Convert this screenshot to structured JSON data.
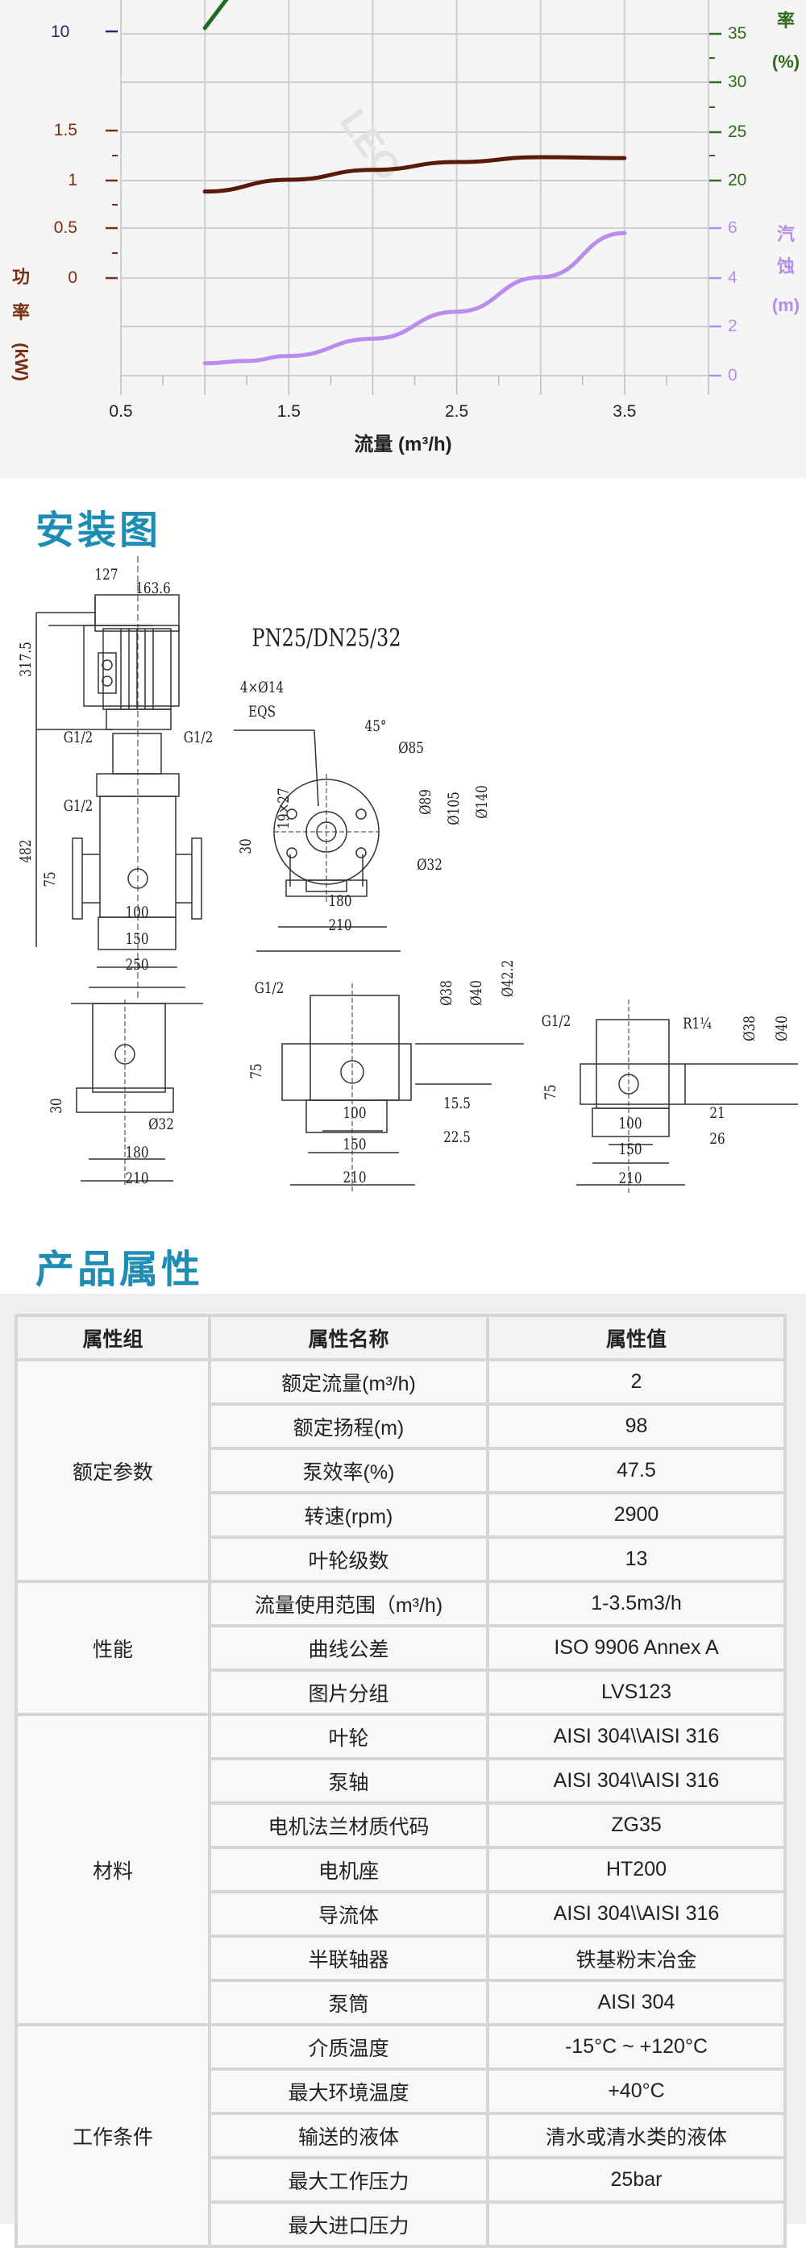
{
  "chart_data": {
    "type": "line",
    "title": "",
    "xlabel": "流量 (m³/h)",
    "x_ticks": [
      "0.5",
      "1.5",
      "2.5",
      "3.5"
    ],
    "xlim": [
      0.5,
      4.0
    ],
    "grid": true,
    "axes": {
      "head": {
        "ticks": [
          "10"
        ],
        "color": "#1f2a6b"
      },
      "power": {
        "label_chars": [
          "功",
          "率"
        ],
        "unit": "(kW)",
        "ticks": [
          "1.5",
          "1",
          "0.5",
          "0"
        ],
        "ylim": [
          0,
          1.5
        ],
        "color": "#7a2e10"
      },
      "efficiency": {
        "label_chars": [
          "率"
        ],
        "unit": "(%)",
        "ticks": [
          "35",
          "30",
          "25",
          "20"
        ],
        "ylim": [
          20,
          35
        ],
        "color": "#2f6b1c"
      },
      "npsh": {
        "label_chars": [
          "汽",
          "蚀"
        ],
        "unit": "(m)",
        "ticks": [
          "6",
          "4",
          "2",
          "0"
        ],
        "ylim": [
          0,
          6
        ],
        "color": "#b48de8"
      }
    },
    "series": [
      {
        "name": "功率 (kW)",
        "axis": "power",
        "color": "#5a1a0a",
        "x": [
          1.0,
          1.5,
          2.0,
          2.5,
          3.0,
          3.5
        ],
        "y": [
          0.88,
          1.0,
          1.1,
          1.18,
          1.23,
          1.22
        ]
      },
      {
        "name": "汽蚀 (m)",
        "axis": "npsh",
        "color": "#b98cf0",
        "x": [
          1.0,
          1.25,
          1.5,
          2.0,
          2.5,
          3.0,
          3.5
        ],
        "y": [
          0.5,
          0.6,
          0.8,
          1.5,
          2.6,
          4.0,
          5.8
        ]
      },
      {
        "name": "效率 (%)",
        "axis": "efficiency",
        "color": "#1f6b23",
        "x": [
          1.0,
          1.15
        ],
        "y": [
          35.6,
          39.0
        ]
      }
    ],
    "watermark": "LEO"
  },
  "install": {
    "heading": "安装图",
    "title": "PN25/DN25/32",
    "dims": {
      "d127": "127",
      "d163": "163.6",
      "d317": "317.5",
      "d482": "482",
      "d75a": "75",
      "g1": "G1/2",
      "g2": "G1/2",
      "g3": "G1/2",
      "d100a": "100",
      "d150a": "150",
      "d250": "250",
      "holes": "4×Ø14",
      "eqs": "EQS",
      "angle": "45°",
      "o85": "Ø85",
      "s19": "19×27",
      "o89": "Ø89",
      "o105": "Ø105",
      "o140": "Ø140",
      "d30a": "30",
      "o32a": "Ø32",
      "d180a": "180",
      "d210a": "210",
      "d30b": "30",
      "o32b": "Ø32",
      "d180b": "180",
      "d210b": "210",
      "g4": "G1/2",
      "o38a": "Ø38",
      "o40a": "Ø40",
      "o42": "Ø42.2",
      "d75b": "75",
      "d100b": "100",
      "d150b": "150",
      "d210c": "210",
      "d155": "15.5",
      "d225": "22.5",
      "g5": "G1/2",
      "r14": "R1¼",
      "o38b": "Ø38",
      "o40b": "Ø40",
      "d75c": "75",
      "d21": "21",
      "d26": "26",
      "d100c": "100",
      "d150c": "150",
      "d210d": "210"
    }
  },
  "props": {
    "heading": "产品属性",
    "headers": [
      "属性组",
      "属性名称",
      "属性值"
    ],
    "groups": [
      {
        "name": "额定参数",
        "rows": [
          [
            "额定流量(m³/h)",
            "2"
          ],
          [
            "额定扬程(m)",
            "98"
          ],
          [
            "泵效率(%)",
            "47.5"
          ],
          [
            "转速(rpm)",
            "2900"
          ],
          [
            "叶轮级数",
            "13"
          ]
        ]
      },
      {
        "name": "性能",
        "rows": [
          [
            "流量使用范围（m³/h)",
            "1-3.5m3/h"
          ],
          [
            "曲线公差",
            "ISO 9906 Annex A"
          ],
          [
            "图片分组",
            "LVS123"
          ]
        ]
      },
      {
        "name": "材料",
        "rows": [
          [
            "叶轮",
            "AISI 304\\\\AISI 316"
          ],
          [
            "泵轴",
            "AISI 304\\\\AISI 316"
          ],
          [
            "电机法兰材质代码",
            "ZG35"
          ],
          [
            "电机座",
            "HT200"
          ],
          [
            "导流体",
            "AISI 304\\\\AISI 316"
          ],
          [
            "半联轴器",
            "铁基粉末冶金"
          ],
          [
            "泵筒",
            "AISI 304"
          ]
        ]
      },
      {
        "name": "工作条件",
        "rows": [
          [
            "介质温度",
            "-15°C ~ +120°C"
          ],
          [
            "最大环境温度",
            "+40°C"
          ],
          [
            "输送的液体",
            "清水或清水类的液体"
          ],
          [
            "最大工作压力",
            "25bar"
          ],
          [
            "最大进口压力",
            ""
          ]
        ]
      }
    ]
  }
}
